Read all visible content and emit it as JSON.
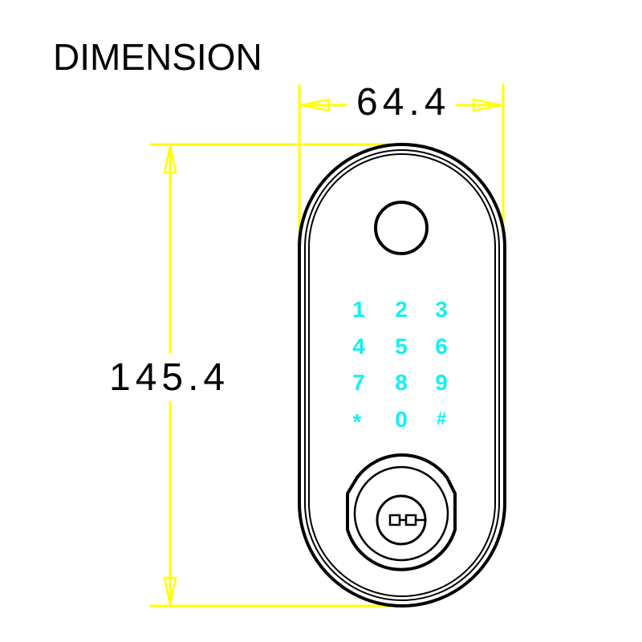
{
  "title": "DIMENSION",
  "dimensions": {
    "width": "64.4",
    "height": "145.4",
    "line_color": "#ffff00"
  },
  "lock": {
    "outline_color": "#000000",
    "fingerprint_sensor": "circle",
    "keypad": {
      "color": "#14f0f0",
      "keys": [
        "1",
        "2",
        "3",
        "4",
        "5",
        "6",
        "7",
        "8",
        "9",
        "*",
        "0",
        "#"
      ]
    },
    "key_cylinder": "keyhole"
  }
}
